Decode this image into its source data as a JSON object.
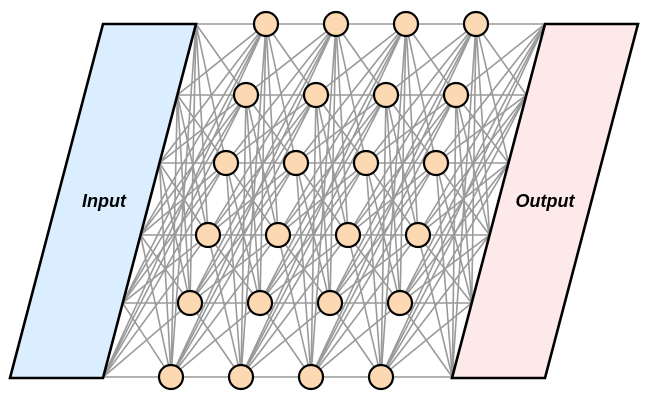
{
  "input_panel": {
    "label": "Input",
    "fill": "#dbeeff"
  },
  "output_panel": {
    "label": "Output",
    "fill": "#fde8ea"
  },
  "node_fill": "#fdd9b3",
  "edge_color": "#9a9a9a",
  "network": {
    "layers": 4,
    "neurons_per_layer": 6
  }
}
